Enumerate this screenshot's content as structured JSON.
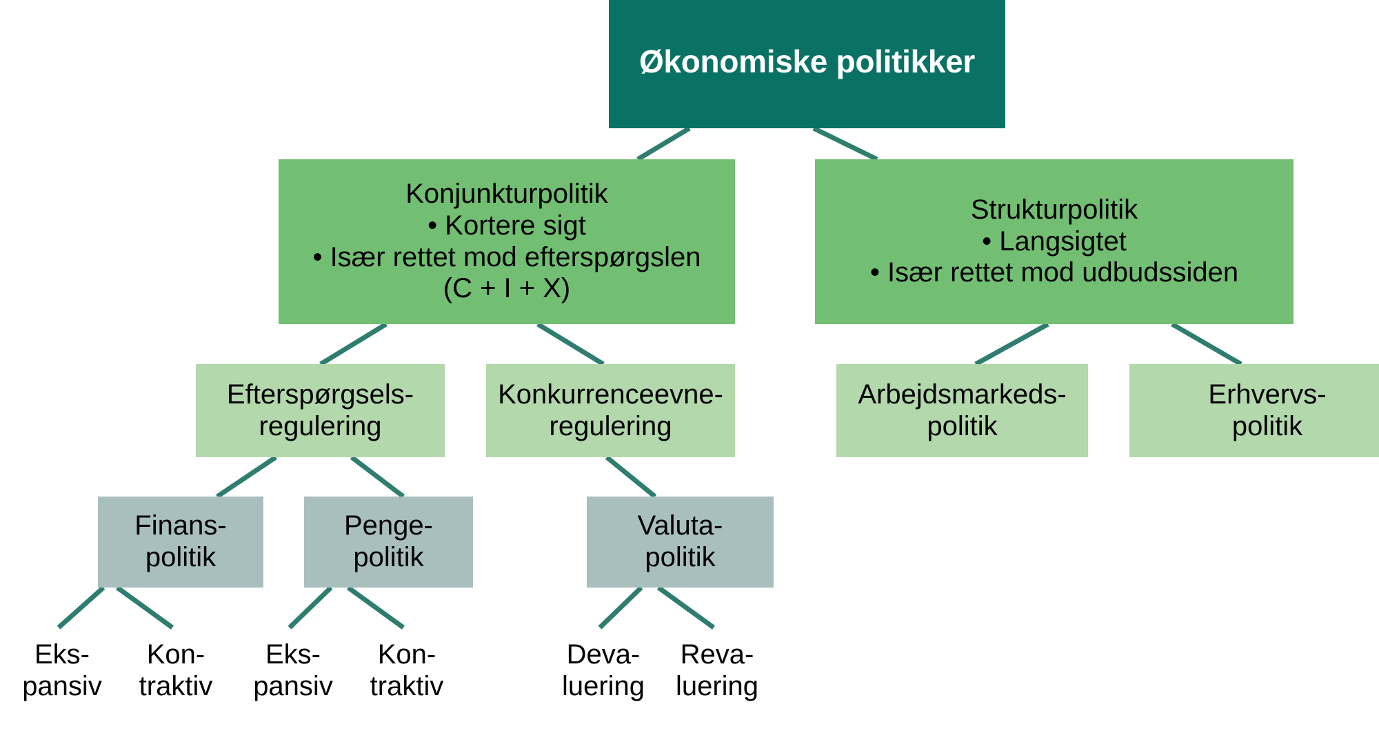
{
  "diagram": {
    "title": "Økonomiske politikker",
    "colors": {
      "root_box": "#0a7264",
      "branch_box": "#72bf73",
      "sub_box": "#b2d8ab",
      "tool_box": "#a8bfbd",
      "connector": "#2e7d6e",
      "root_text": "#ffffff",
      "text": "#000000",
      "background": "#ffffff"
    },
    "root": {
      "label": "Økonomiske politikker"
    },
    "branches": [
      {
        "id": "konjunkturpolitik",
        "heading": "Konjunkturpolitik",
        "bullets": [
          "• Kortere sigt",
          "• Især rettet mod efterspørgslen",
          "(C + I + X)"
        ]
      },
      {
        "id": "strukturpolitik",
        "heading": "Strukturpolitik",
        "bullets": [
          "• Langsigtet",
          "• Især rettet mod udbudssiden"
        ]
      }
    ],
    "subs": [
      {
        "id": "efterspoergselsregulering",
        "line1": "Efterspørgsels-",
        "line2": "regulering"
      },
      {
        "id": "konkurrenceevneregulering",
        "line1": "Konkurrenceevne-",
        "line2": "regulering"
      },
      {
        "id": "arbejdsmarkedspolitik",
        "line1": "Arbejdsmarkeds-",
        "line2": "politik"
      },
      {
        "id": "erhvervspolitik",
        "line1": "Erhvervs-",
        "line2": "politik"
      }
    ],
    "tools": [
      {
        "id": "finanspolitik",
        "line1": "Finans-",
        "line2": "politik"
      },
      {
        "id": "pengepolitik",
        "line1": "Penge-",
        "line2": "politik"
      },
      {
        "id": "valutapolitik",
        "line1": "Valuta-",
        "line2": "politik"
      }
    ],
    "leaves": [
      {
        "id": "finans-ekspansiv",
        "line1": "Eks-",
        "line2": "pansiv"
      },
      {
        "id": "finans-kontraktiv",
        "line1": "Kon-",
        "line2": "traktiv"
      },
      {
        "id": "penge-ekspansiv",
        "line1": "Eks-",
        "line2": "pansiv"
      },
      {
        "id": "penge-kontraktiv",
        "line1": "Kon-",
        "line2": "traktiv"
      },
      {
        "id": "valuta-devaluering",
        "line1": "Deva-",
        "line2": "luering"
      },
      {
        "id": "valuta-revaluering",
        "line1": "Reva-",
        "line2": "luering"
      }
    ]
  }
}
